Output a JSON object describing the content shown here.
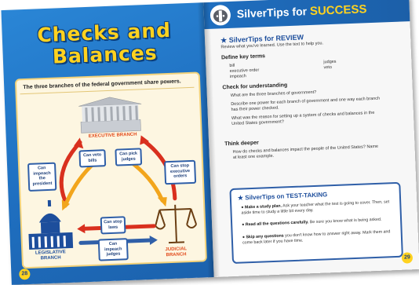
{
  "left_page": {
    "title_line1": "Checks and",
    "title_line2": "Balances",
    "diagram_caption": "The three branches of the federal government share powers.",
    "branches": {
      "executive": "EXECUTIVE BRANCH",
      "legislative_line1": "LEGISLATIVE",
      "legislative_line2": "BRANCH",
      "judicial_line1": "JUDICIAL",
      "judicial_line2": "BRANCH"
    },
    "powers": {
      "impeach_president": "Can impeach the president",
      "veto_bills": "Can veto bills",
      "pick_judges": "Can pick judges",
      "stop_orders": "Can stop executive orders",
      "stop_laws": "Can stop laws",
      "impeach_judges": "Can impeach judges"
    },
    "page_number": "28"
  },
  "right_page": {
    "header_prefix": "SilverTips for ",
    "header_highlight": "SUCCESS",
    "review_title": "SilverTips for REVIEW",
    "review_subtitle": "Review what you've learned. Use the text to help you.",
    "define_heading": "Define key terms",
    "terms_col1": [
      "bill",
      "executive order",
      "impeach"
    ],
    "terms_col2": [
      "judges",
      "veto"
    ],
    "check_heading": "Check for understanding",
    "questions": [
      "What are the three branches of government?",
      "Describe one power for each branch of government and one way each branch has their power checked.",
      "What was the reason for setting up a system of checks and balances in the United States government?"
    ],
    "think_heading": "Think deeper",
    "think_text": "How do checks and balances impact the people of the United States? Name at least one example.",
    "test_title": "SilverTips on TEST-TAKING",
    "tips": [
      {
        "lead": "Make a study plan.",
        "text": " Ask your teacher what the test is going to cover. Then, set aside time to study a little bit every day."
      },
      {
        "lead": "Read all the questions carefully.",
        "text": " Be sure you know what is being asked."
      },
      {
        "lead": "Skip any questions",
        "text": " you don't know how to answer right away. Mark them and come back later if you have time."
      }
    ],
    "page_number": "29"
  },
  "colors": {
    "left_bg": "#1f6fc0",
    "title_yellow": "#ffd21f",
    "accent_blue": "#1d4e9c",
    "arrow_red": "#d9301e",
    "arrow_orange": "#f2a51c",
    "branch_red": "#e24a1b"
  }
}
